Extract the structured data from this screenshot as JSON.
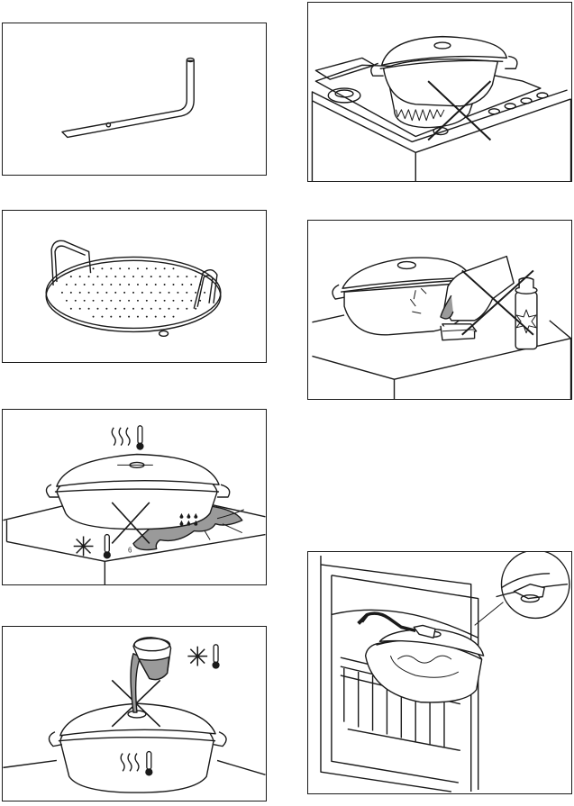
{
  "page": {
    "background": "#ffffff",
    "line_color": "#1a1a1a",
    "water_color": "#9a9a9a"
  },
  "figures": [
    {
      "id": "tube",
      "icon": "steam-tube-icon"
    },
    {
      "id": "rack",
      "icon": "perforated-insert-icon"
    },
    {
      "id": "cold-surface",
      "icon": "hot-dish-on-cold-surface-icon",
      "mark_label": "6"
    },
    {
      "id": "cold-water",
      "icon": "cold-water-into-hot-dish-icon"
    },
    {
      "id": "gas-hob",
      "icon": "dish-on-gas-hob-prohibited-icon"
    },
    {
      "id": "cleaning",
      "icon": "abrasive-cleaning-prohibited-icon"
    },
    {
      "id": "oven",
      "icon": "dish-with-tube-in-oven-icon"
    }
  ],
  "symbols": [
    "heat-waves-icon",
    "thermometer-icon",
    "snowflake-icon",
    "water-drops-icon",
    "cross-prohibited-icon"
  ]
}
